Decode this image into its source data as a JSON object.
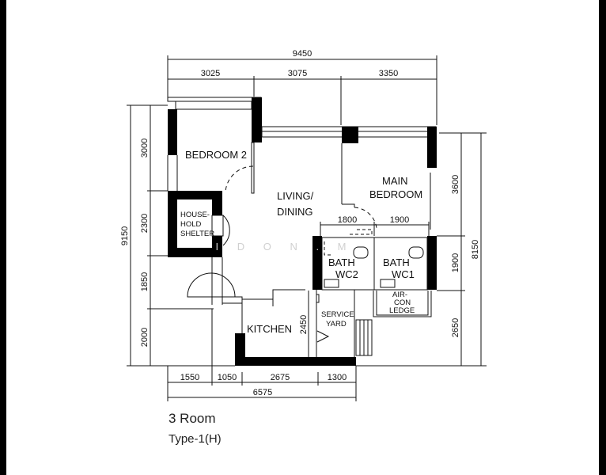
{
  "plan": {
    "title": "3 Room",
    "subtitle": "Type-1(H)",
    "watermark": "I D O N . M",
    "rooms": {
      "bedroom2": "BEDROOM 2",
      "living1": "LIVING/",
      "living2": "DINING",
      "main1": "MAIN",
      "main2": "BEDROOM",
      "shelter1": "HOUSE-",
      "shelter2": "HOLD",
      "shelter3": "SHELTER",
      "bath2a": "BATH",
      "bath2b": "WC2",
      "bath1a": "BATH",
      "bath1b": "WC1",
      "aircon1": "AIR-",
      "aircon2": "CON",
      "aircon3": "LEDGE",
      "kitchen": "KITCHEN",
      "service1": "SERVICE",
      "service2": "YARD"
    },
    "dims": {
      "top_total": "9450",
      "top": [
        "3025",
        "3075",
        "3350"
      ],
      "left_total": "9150",
      "left": [
        "3000",
        "2300",
        "1850",
        "2000"
      ],
      "right_total": "8150",
      "right": [
        "3600",
        "1900",
        "2650"
      ],
      "bottom_total": "6575",
      "bottom": [
        "1550",
        "1050",
        "2675",
        "1300"
      ],
      "bath_widths": [
        "1800",
        "1900"
      ],
      "kitchen_depth": "2450"
    }
  }
}
